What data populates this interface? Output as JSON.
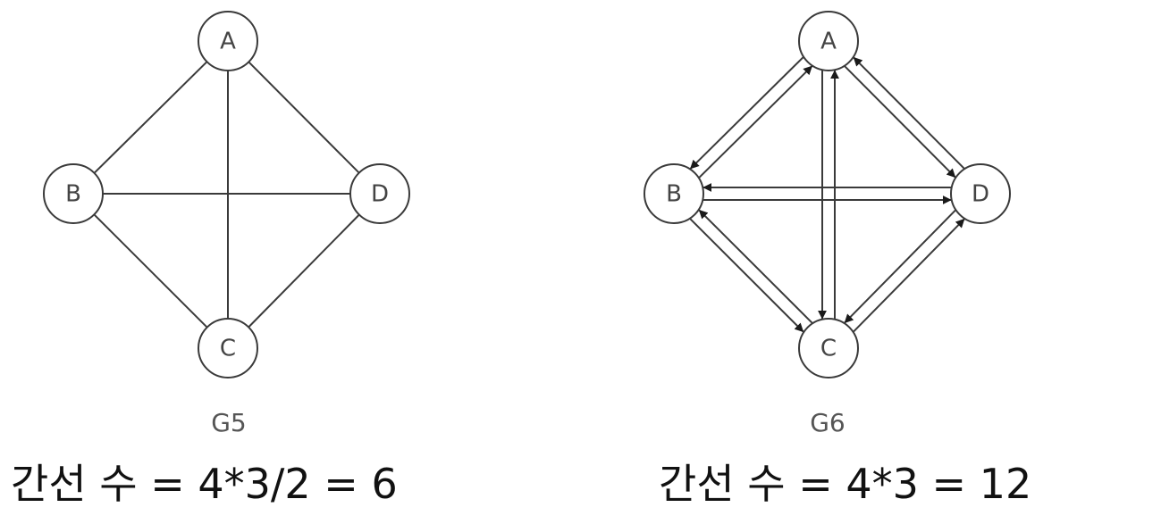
{
  "graphs": [
    {
      "name": "G5",
      "directed": false,
      "nodes": [
        "A",
        "B",
        "C",
        "D"
      ],
      "edges": [
        [
          "A",
          "B"
        ],
        [
          "A",
          "C"
        ],
        [
          "A",
          "D"
        ],
        [
          "B",
          "C"
        ],
        [
          "B",
          "D"
        ],
        [
          "C",
          "D"
        ]
      ],
      "formula": "간선 수 = 4*3/2 = 6"
    },
    {
      "name": "G6",
      "directed": true,
      "nodes": [
        "A",
        "B",
        "C",
        "D"
      ],
      "edges": [
        [
          "A",
          "B"
        ],
        [
          "B",
          "A"
        ],
        [
          "A",
          "C"
        ],
        [
          "C",
          "A"
        ],
        [
          "A",
          "D"
        ],
        [
          "D",
          "A"
        ],
        [
          "B",
          "C"
        ],
        [
          "C",
          "B"
        ],
        [
          "B",
          "D"
        ],
        [
          "D",
          "B"
        ],
        [
          "C",
          "D"
        ],
        [
          "D",
          "C"
        ]
      ],
      "formula": "간선 수 = 4*3 = 12"
    }
  ],
  "colors": {
    "stroke": "#3a3a3a",
    "label": "#444444"
  }
}
